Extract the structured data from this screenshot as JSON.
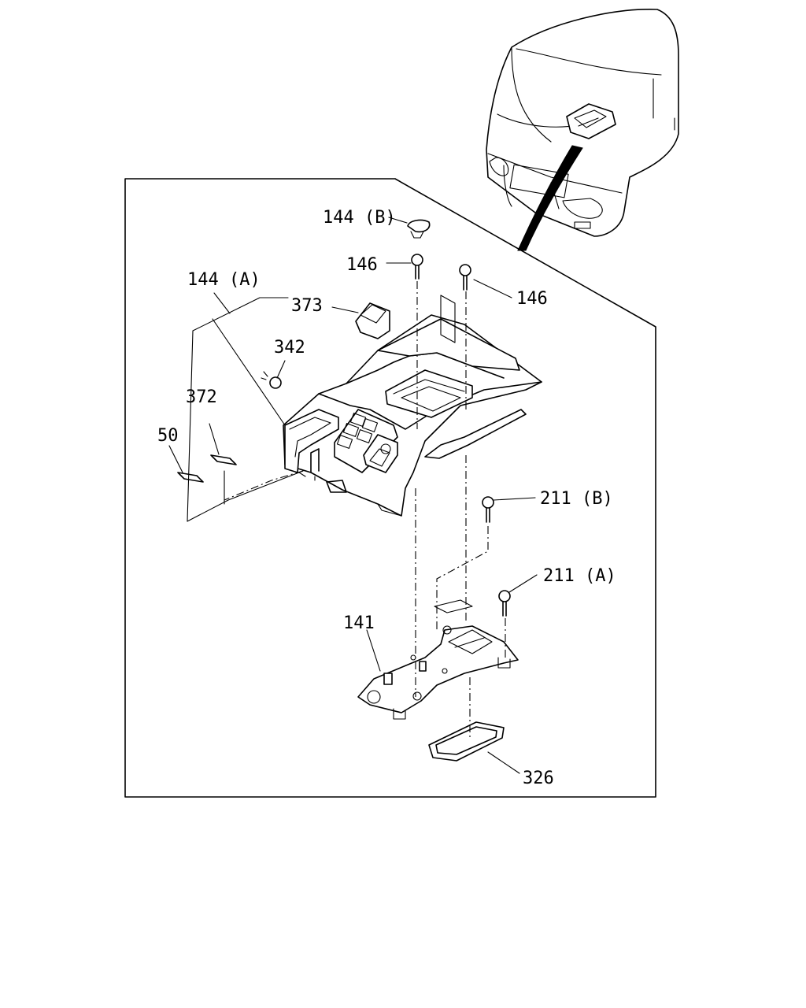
{
  "labels": {
    "l144B": "144 (B)",
    "l146a": "146",
    "l146b": "146",
    "l144A": "144 (A)",
    "l373": "373",
    "l342": "342",
    "l372": "372",
    "l50": "50",
    "l211B": "211 (B)",
    "l211A": "211 (A)",
    "l141": "141",
    "l326": "326"
  }
}
